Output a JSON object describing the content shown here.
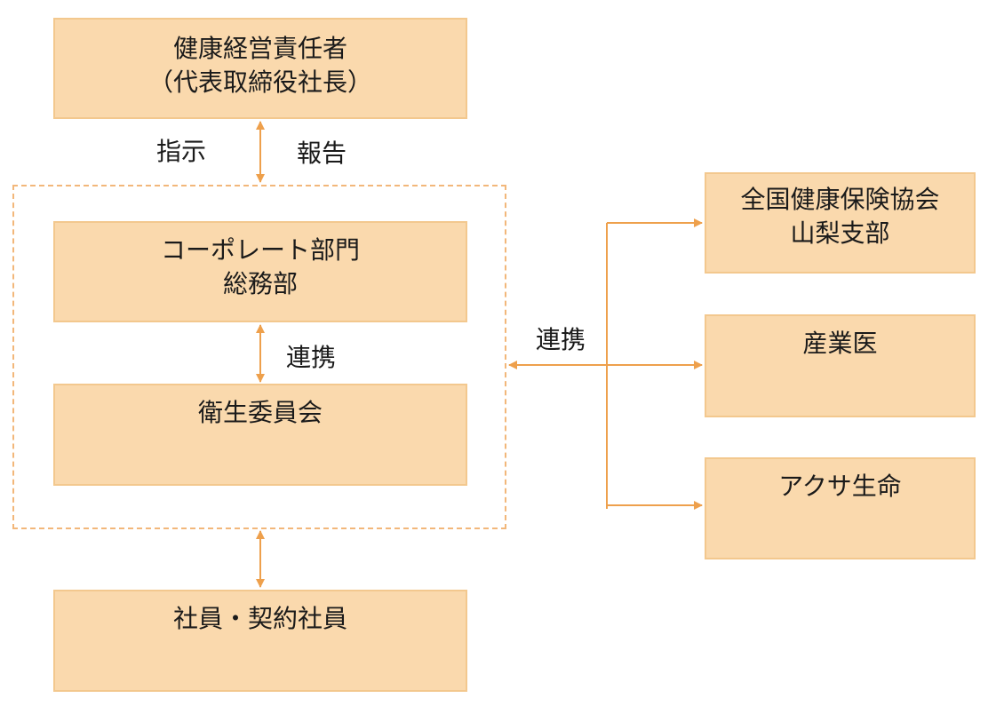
{
  "colors": {
    "box_fill": "#fad9ad",
    "box_border": "#f3c88e",
    "arrow": "#eea04c",
    "frame": "#f2b77a"
  },
  "top_box": {
    "line1": "健康経営責任者",
    "line2": "（代表取締役社長）"
  },
  "top_labels": {
    "instruct": "指示",
    "report": "報告"
  },
  "group": {
    "corporate_box": {
      "line1": "コーポレート部門",
      "line2": "総務部"
    },
    "link_label": "連携",
    "committee_box": {
      "line1": "衛生委員会"
    }
  },
  "bottom_box": {
    "line1": "社員・契約社員"
  },
  "external": {
    "link_label": "連携",
    "partners": [
      {
        "line1": "全国健康保険協会",
        "line2": "山梨支部"
      },
      {
        "line1": "産業医"
      },
      {
        "line1": "アクサ生命"
      }
    ]
  }
}
